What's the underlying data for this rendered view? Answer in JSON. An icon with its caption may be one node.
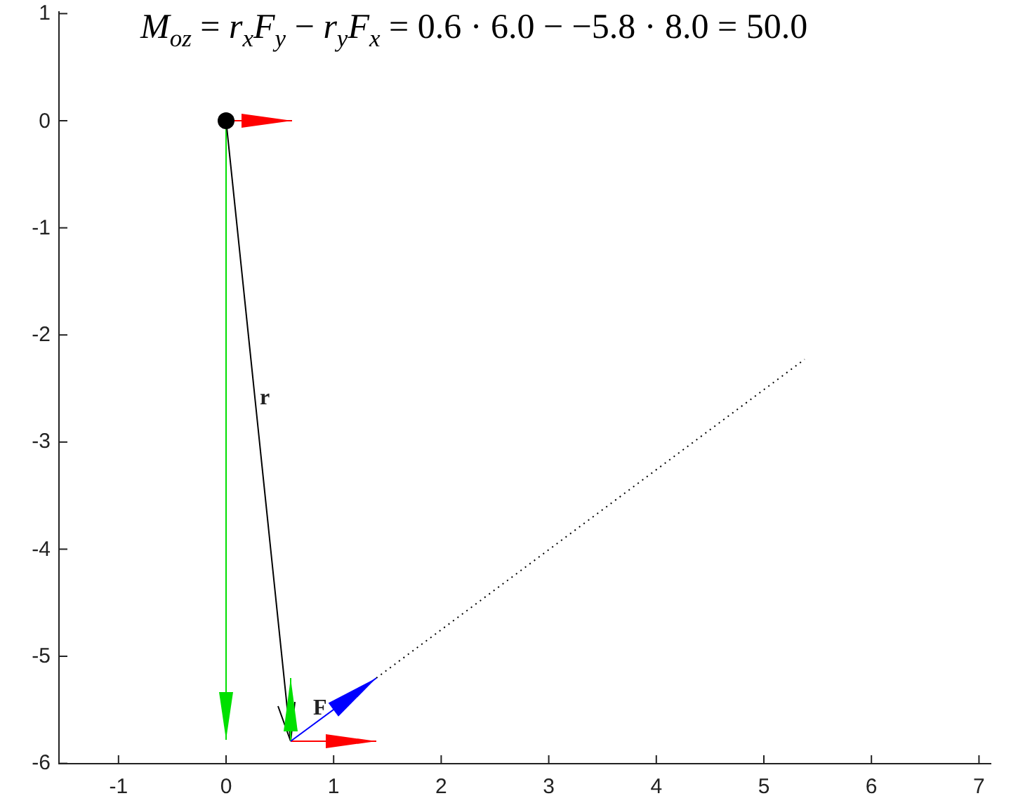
{
  "diagram": {
    "title": "*M*$_{oz}$ = *r*$_{x}$*F*$_{y}$ − *r*$_{y}$*F*$_{x}$ = 0.6 · 6.0 − −5.8 · 8.0 = 50.0",
    "labels": [
      "1",
      "0",
      "-1",
      "-2",
      "-3",
      "-4",
      "-5",
      "-6",
      "-1",
      "0",
      "1",
      "2",
      "3",
      "4",
      "5",
      "6",
      "7",
      "r",
      "F"
    ]
  }
}
